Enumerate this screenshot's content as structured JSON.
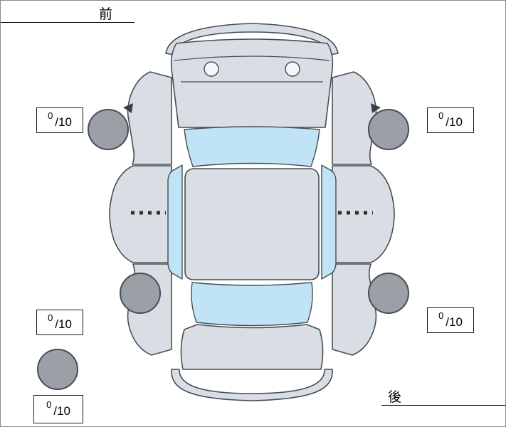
{
  "labels": {
    "front": "前",
    "rear": "後"
  },
  "tread_scores": {
    "front_left": {
      "score": "0",
      "max": "/10"
    },
    "front_right": {
      "score": "0",
      "max": "/10"
    },
    "rear_left": {
      "score": "0",
      "max": "/10"
    },
    "rear_right": {
      "score": "0",
      "max": "/10"
    },
    "spare": {
      "score": "0",
      "max": "/10"
    }
  },
  "colors": {
    "body": "#d9dee4",
    "window": "#c0e3f6",
    "wheel": "#9aa0a6",
    "outline": "#474d54",
    "line": "#000000"
  }
}
